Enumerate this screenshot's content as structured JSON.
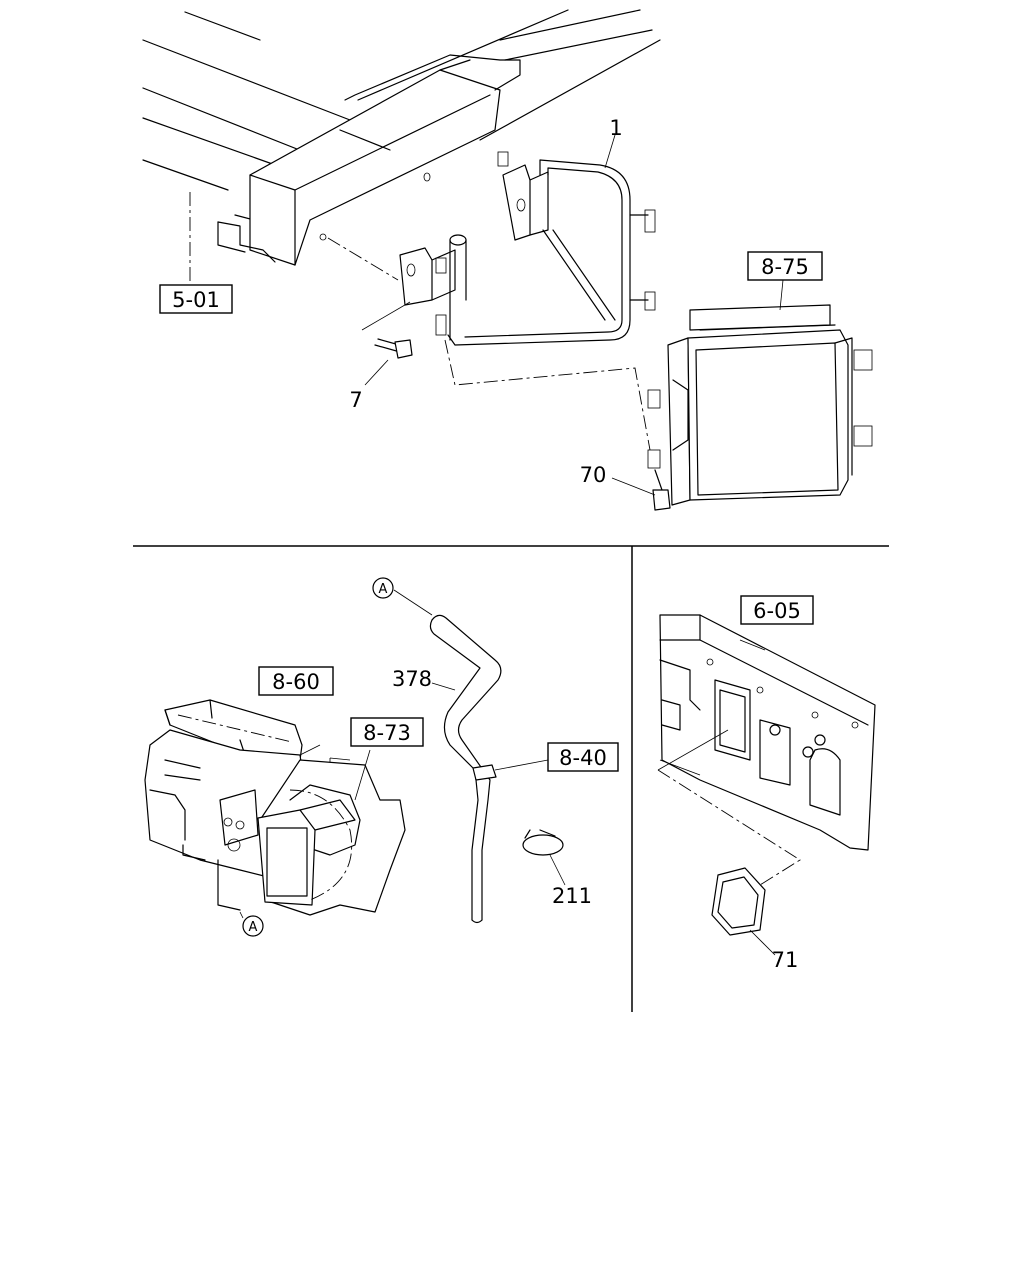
{
  "labels": {
    "frame_ref": "5-01",
    "part_1": "1",
    "part_7": "7",
    "radiator_ref": "8-75",
    "part_70": "70",
    "connector_a_top": "A",
    "hose_378": "378",
    "heater_unit_ref": "8-60",
    "blower_ref": "8-73",
    "clamp_ref": "8-40",
    "clip_211": "211",
    "connector_a_bottom": "A",
    "body_panel_ref": "6-05",
    "grommet_71": "71"
  }
}
